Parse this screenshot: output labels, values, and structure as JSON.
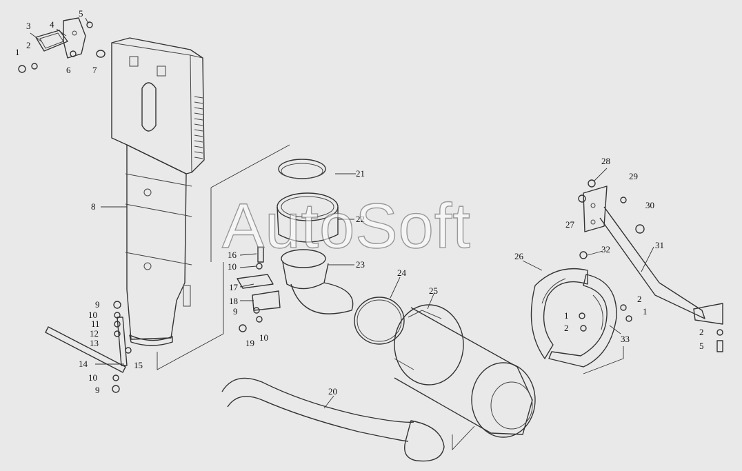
{
  "watermark": "AutoSoft",
  "callouts": [
    {
      "id": "c1a",
      "text": "1"
    },
    {
      "id": "c2a",
      "text": "2"
    },
    {
      "id": "c3",
      "text": "3"
    },
    {
      "id": "c4",
      "text": "4"
    },
    {
      "id": "c5a",
      "text": "5"
    },
    {
      "id": "c6",
      "text": "6"
    },
    {
      "id": "c7",
      "text": "7"
    },
    {
      "id": "c8",
      "text": "8"
    },
    {
      "id": "c9a",
      "text": "9"
    },
    {
      "id": "c10a",
      "text": "10"
    },
    {
      "id": "c11",
      "text": "11"
    },
    {
      "id": "c12",
      "text": "12"
    },
    {
      "id": "c13",
      "text": "13"
    },
    {
      "id": "c14",
      "text": "14"
    },
    {
      "id": "c15",
      "text": "15"
    },
    {
      "id": "c10b",
      "text": "10"
    },
    {
      "id": "c9b",
      "text": "9"
    },
    {
      "id": "c16",
      "text": "16"
    },
    {
      "id": "c10c",
      "text": "10"
    },
    {
      "id": "c17",
      "text": "17"
    },
    {
      "id": "c18",
      "text": "18"
    },
    {
      "id": "c9c",
      "text": "9"
    },
    {
      "id": "c10d",
      "text": "10"
    },
    {
      "id": "c19",
      "text": "19"
    },
    {
      "id": "c21",
      "text": "21"
    },
    {
      "id": "c22",
      "text": "22"
    },
    {
      "id": "c23",
      "text": "23"
    },
    {
      "id": "c24",
      "text": "24"
    },
    {
      "id": "c25",
      "text": "25"
    },
    {
      "id": "c20",
      "text": "20"
    },
    {
      "id": "c26",
      "text": "26"
    },
    {
      "id": "c27",
      "text": "27"
    },
    {
      "id": "c28",
      "text": "28"
    },
    {
      "id": "c29",
      "text": "29"
    },
    {
      "id": "c30",
      "text": "30"
    },
    {
      "id": "c31",
      "text": "31"
    },
    {
      "id": "c32",
      "text": "32"
    },
    {
      "id": "c1b",
      "text": "1"
    },
    {
      "id": "c2b",
      "text": "2"
    },
    {
      "id": "c2c",
      "text": "2"
    },
    {
      "id": "c1c",
      "text": "1"
    },
    {
      "id": "c33",
      "text": "33"
    },
    {
      "id": "c2d",
      "text": "2"
    },
    {
      "id": "c5b",
      "text": "5"
    }
  ]
}
